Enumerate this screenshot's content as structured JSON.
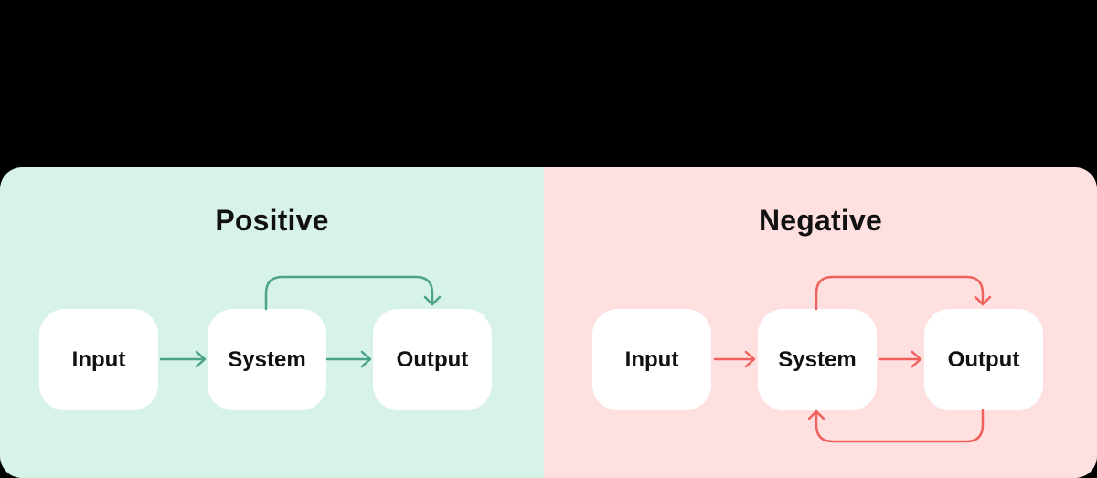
{
  "colors": {
    "canvas_background": "#000000",
    "node_fill": "#ffffff",
    "text": "#111111"
  },
  "panels": [
    {
      "id": "positive",
      "title": "Positive",
      "background": "#d7f2e8",
      "arrow_color": "#4aa38a",
      "nodes": [
        "Input",
        "System",
        "Output"
      ],
      "feedback_loops": [
        "system-to-output-top"
      ]
    },
    {
      "id": "negative",
      "title": "Negative",
      "background": "#ffe0e0",
      "arrow_color": "#f0615c",
      "nodes": [
        "Input",
        "System",
        "Output"
      ],
      "feedback_loops": [
        "system-to-output-top",
        "output-to-system-bottom"
      ]
    }
  ]
}
